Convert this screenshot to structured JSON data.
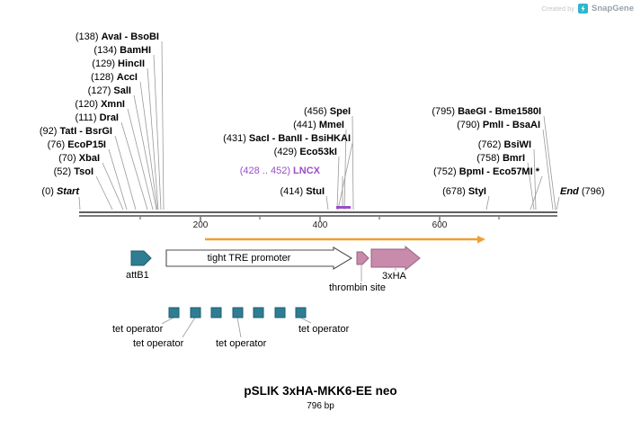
{
  "watermark": {
    "created_by": "Created by",
    "brand": "SnapGene"
  },
  "sites_left": [
    {
      "pos": "(138)",
      "name": "AvaI - BsoBI"
    },
    {
      "pos": "(134)",
      "name": "BamHI"
    },
    {
      "pos": "(129)",
      "name": "HincII"
    },
    {
      "pos": "(128)",
      "name": "AccI"
    },
    {
      "pos": "(127)",
      "name": "SalI"
    },
    {
      "pos": "(120)",
      "name": "XmnI"
    },
    {
      "pos": "(111)",
      "name": "DraI"
    },
    {
      "pos": "(92)",
      "name": "TatI - BsrGI"
    },
    {
      "pos": "(76)",
      "name": "EcoP15I"
    },
    {
      "pos": "(70)",
      "name": "XbaI"
    },
    {
      "pos": "(52)",
      "name": "TsoI"
    }
  ],
  "sites_middle": [
    {
      "pos": "(456)",
      "name": "SpeI"
    },
    {
      "pos": "(441)",
      "name": "MmeI"
    },
    {
      "pos": "(431)",
      "name": "SacI - BanII - BsiHKAI"
    },
    {
      "pos": "(429)",
      "name": "Eco53kI"
    },
    {
      "pos": "(414)",
      "name": "StuI"
    }
  ],
  "sites_right": [
    {
      "pos": "(795)",
      "name": "BaeGI - Bme1580I"
    },
    {
      "pos": "(790)",
      "name": "PmlI - BsaAI"
    },
    {
      "pos": "(762)",
      "name": "BsiWI"
    },
    {
      "pos": "(758)",
      "name": "BmrI"
    },
    {
      "pos": "(752)",
      "name": "BpmI - Eco57MI *"
    },
    {
      "pos": "(678)",
      "name": "StyI"
    }
  ],
  "lncx_label": {
    "pos": "(428 .. 452)",
    "name": "LNCX"
  },
  "terminus": {
    "start_pos": "(0)",
    "start": "Start",
    "end": "End",
    "end_pos": "(796)"
  },
  "ruler": {
    "ticks": [
      "200",
      "400",
      "600"
    ]
  },
  "features": {
    "attb1": "attB1",
    "tre_promoter": "tight TRE promoter",
    "thrombin": "thrombin site",
    "ha_tag": "3xHA",
    "tet_operators": [
      "tet operator",
      "tet operator",
      "tet operator",
      "tet operator"
    ]
  },
  "footer": {
    "plasmid_name": "pSLIK 3xHA-MKK6-EE neo",
    "length": "796 bp"
  },
  "colors": {
    "teal_feature": "#2e7d93",
    "pink_feature": "#c98bab",
    "orange_span": "#f0a030",
    "lncx_purple": "#9b4dca",
    "white_feature": "#ffffff"
  }
}
